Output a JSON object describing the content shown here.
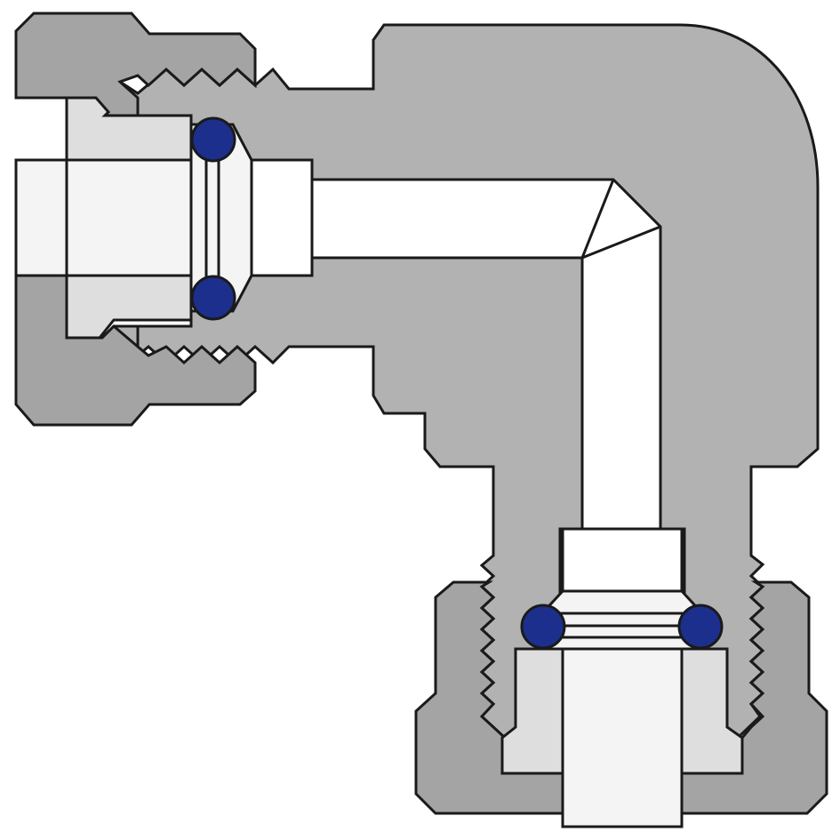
{
  "diagram": {
    "kind": "90-degree elbow compression fitting, cross-section",
    "colors": {
      "background": "#ffffff",
      "body": "#b2b2b2",
      "nut": "#a4a4a4",
      "sleeve": "#dedede",
      "tube": "#f4f4f4",
      "bore": "#ffffff",
      "o_ring": "#1d2f8c",
      "outline": "#1a1a1a"
    },
    "parts": [
      "elbow-body",
      "left-nut",
      "bottom-nut",
      "left-sleeve",
      "bottom-sleeve",
      "left-tube",
      "bottom-tube",
      "o-rings"
    ]
  }
}
